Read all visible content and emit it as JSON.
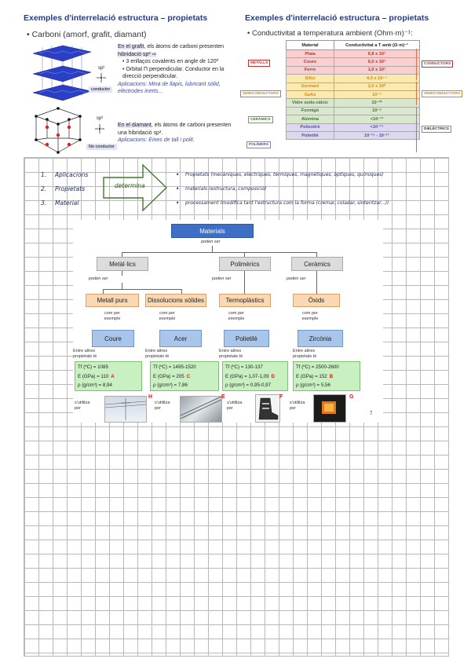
{
  "left_panel": {
    "title": "Exemples d'interrelació estructura – propietats",
    "bullet": "Carboni (amorf, grafit, diamant)",
    "graphite": {
      "hybrid_label": "sp²",
      "badge": "conductor",
      "line1_pre": "En el grafit",
      "line1_post": ", els àtoms de carboni presenten",
      "line2": "hibridació sp² ⇨",
      "bullet1": "3 enllaços covalents en angle de 120º",
      "bullet2": "Orbital Π perpendicular. Conductor en la direcció perpendicular.",
      "apps": "Aplicacions: Mina de llapis, lubricant sòlid, elèctrodes inerts..."
    },
    "diamond": {
      "hybrid_label": "sp³",
      "badge": "No conductor",
      "line1_pre": "En el diamant",
      "line1_post": ", els àtoms de carboni presenten",
      "line2": "una hibridació sp³.",
      "apps": "Aplicacions: Eines de tall i polit."
    }
  },
  "right_panel": {
    "title": "Exemples d'interrelació estructura – propietats",
    "bullet": "Conductivitat a temperatura ambient (Ohm·m)⁻¹:",
    "table": {
      "headers": [
        "Material",
        "Conductivitat a T amb (Ω·m)⁻¹"
      ],
      "rows": [
        {
          "group": "red",
          "material": "Plata",
          "value": "6,8 x 10⁷"
        },
        {
          "group": "red",
          "material": "Coure",
          "value": "6,0 x 10⁷"
        },
        {
          "group": "red",
          "material": "Ferro",
          "value": "1,0 x 10⁷"
        },
        {
          "group": "yel",
          "material": "Silici",
          "value": "4,0 x 10⁻⁴"
        },
        {
          "group": "yel",
          "material": "Germani",
          "value": "2,0 x 10⁰"
        },
        {
          "group": "yel",
          "material": "GaAs",
          "value": "10⁻⁶"
        },
        {
          "group": "grn",
          "material": "Vidre sodo-càlcic",
          "value": "10⁻¹⁰"
        },
        {
          "group": "grn",
          "material": "Formigó",
          "value": "10⁻⁹"
        },
        {
          "group": "grn",
          "material": "Alúmina",
          "value": "<10⁻¹³"
        },
        {
          "group": "vio",
          "material": "Poliestirè",
          "value": "<10⁻¹⁴"
        },
        {
          "group": "vio",
          "material": "Polietilè",
          "value": "10⁻¹⁵ - 10⁻¹⁷"
        }
      ]
    },
    "left_tags": [
      "METALLS",
      "SEMICONDUCTORS",
      "CERÀMICS",
      "POLÍMERS"
    ],
    "right_tags": [
      "CONDUCTORS",
      "SEMICONDUCTORS",
      "DIELÈCTRICS"
    ]
  },
  "handwriting": {
    "rows": [
      {
        "num": "1.",
        "label": "Aplicacions",
        "note": "Propietats (mecàniques, elèctriques, tèrmiques, magnètiques, òptiques, químiques)"
      },
      {
        "num": "2.",
        "label": "Propietats",
        "note": "materials (estructura, composició)"
      },
      {
        "num": "3.",
        "label": "Material",
        "note": "processament (modifica tant l'estructura com la forma (cremar, coladar, sinteritzar...))"
      }
    ],
    "arrow_label": "determina"
  },
  "diagram": {
    "root": "Materials",
    "root_sub": "poden ser",
    "level1": [
      "Metàl·lics",
      "Polimèrics",
      "Ceràmics"
    ],
    "level1_sub": "poden ser",
    "level2": [
      "Metall purs",
      "Dissolucions sòlides",
      "Termoplàstics",
      "Òxids"
    ],
    "level2_sub": "com per\nexemple",
    "level3": [
      "Coure",
      "Acer",
      "Polietilè",
      "Zircònia"
    ],
    "level3_sub": "Entre altres\npropietats té",
    "props": [
      {
        "lines": [
          "Tf (ºC) = 1085",
          "E (GPa) = 110",
          "ρ (g/cm³) = 8,94"
        ],
        "letter": "A"
      },
      {
        "lines": [
          "Tf (ºC) = 1495-1520",
          "E (GPa) = 205",
          "ρ (g/cm³) = 7,86"
        ],
        "letter": "C"
      },
      {
        "lines": [
          "Tf (ºC) = 130-137",
          "E (GPa) = 1,07-1,09",
          "ρ (g/cm³) = 0,95-0,97"
        ],
        "letter": "D"
      },
      {
        "lines": [
          "Tf (ºC) = 2500-2600",
          "E (GPa) = 152",
          "ρ (g/cm³) = 5,56"
        ],
        "letter": "B"
      }
    ],
    "use_label": "s'utilitza\nper",
    "photo_letters": [
      "H",
      "E",
      "F",
      "G"
    ],
    "page_number": "7"
  }
}
